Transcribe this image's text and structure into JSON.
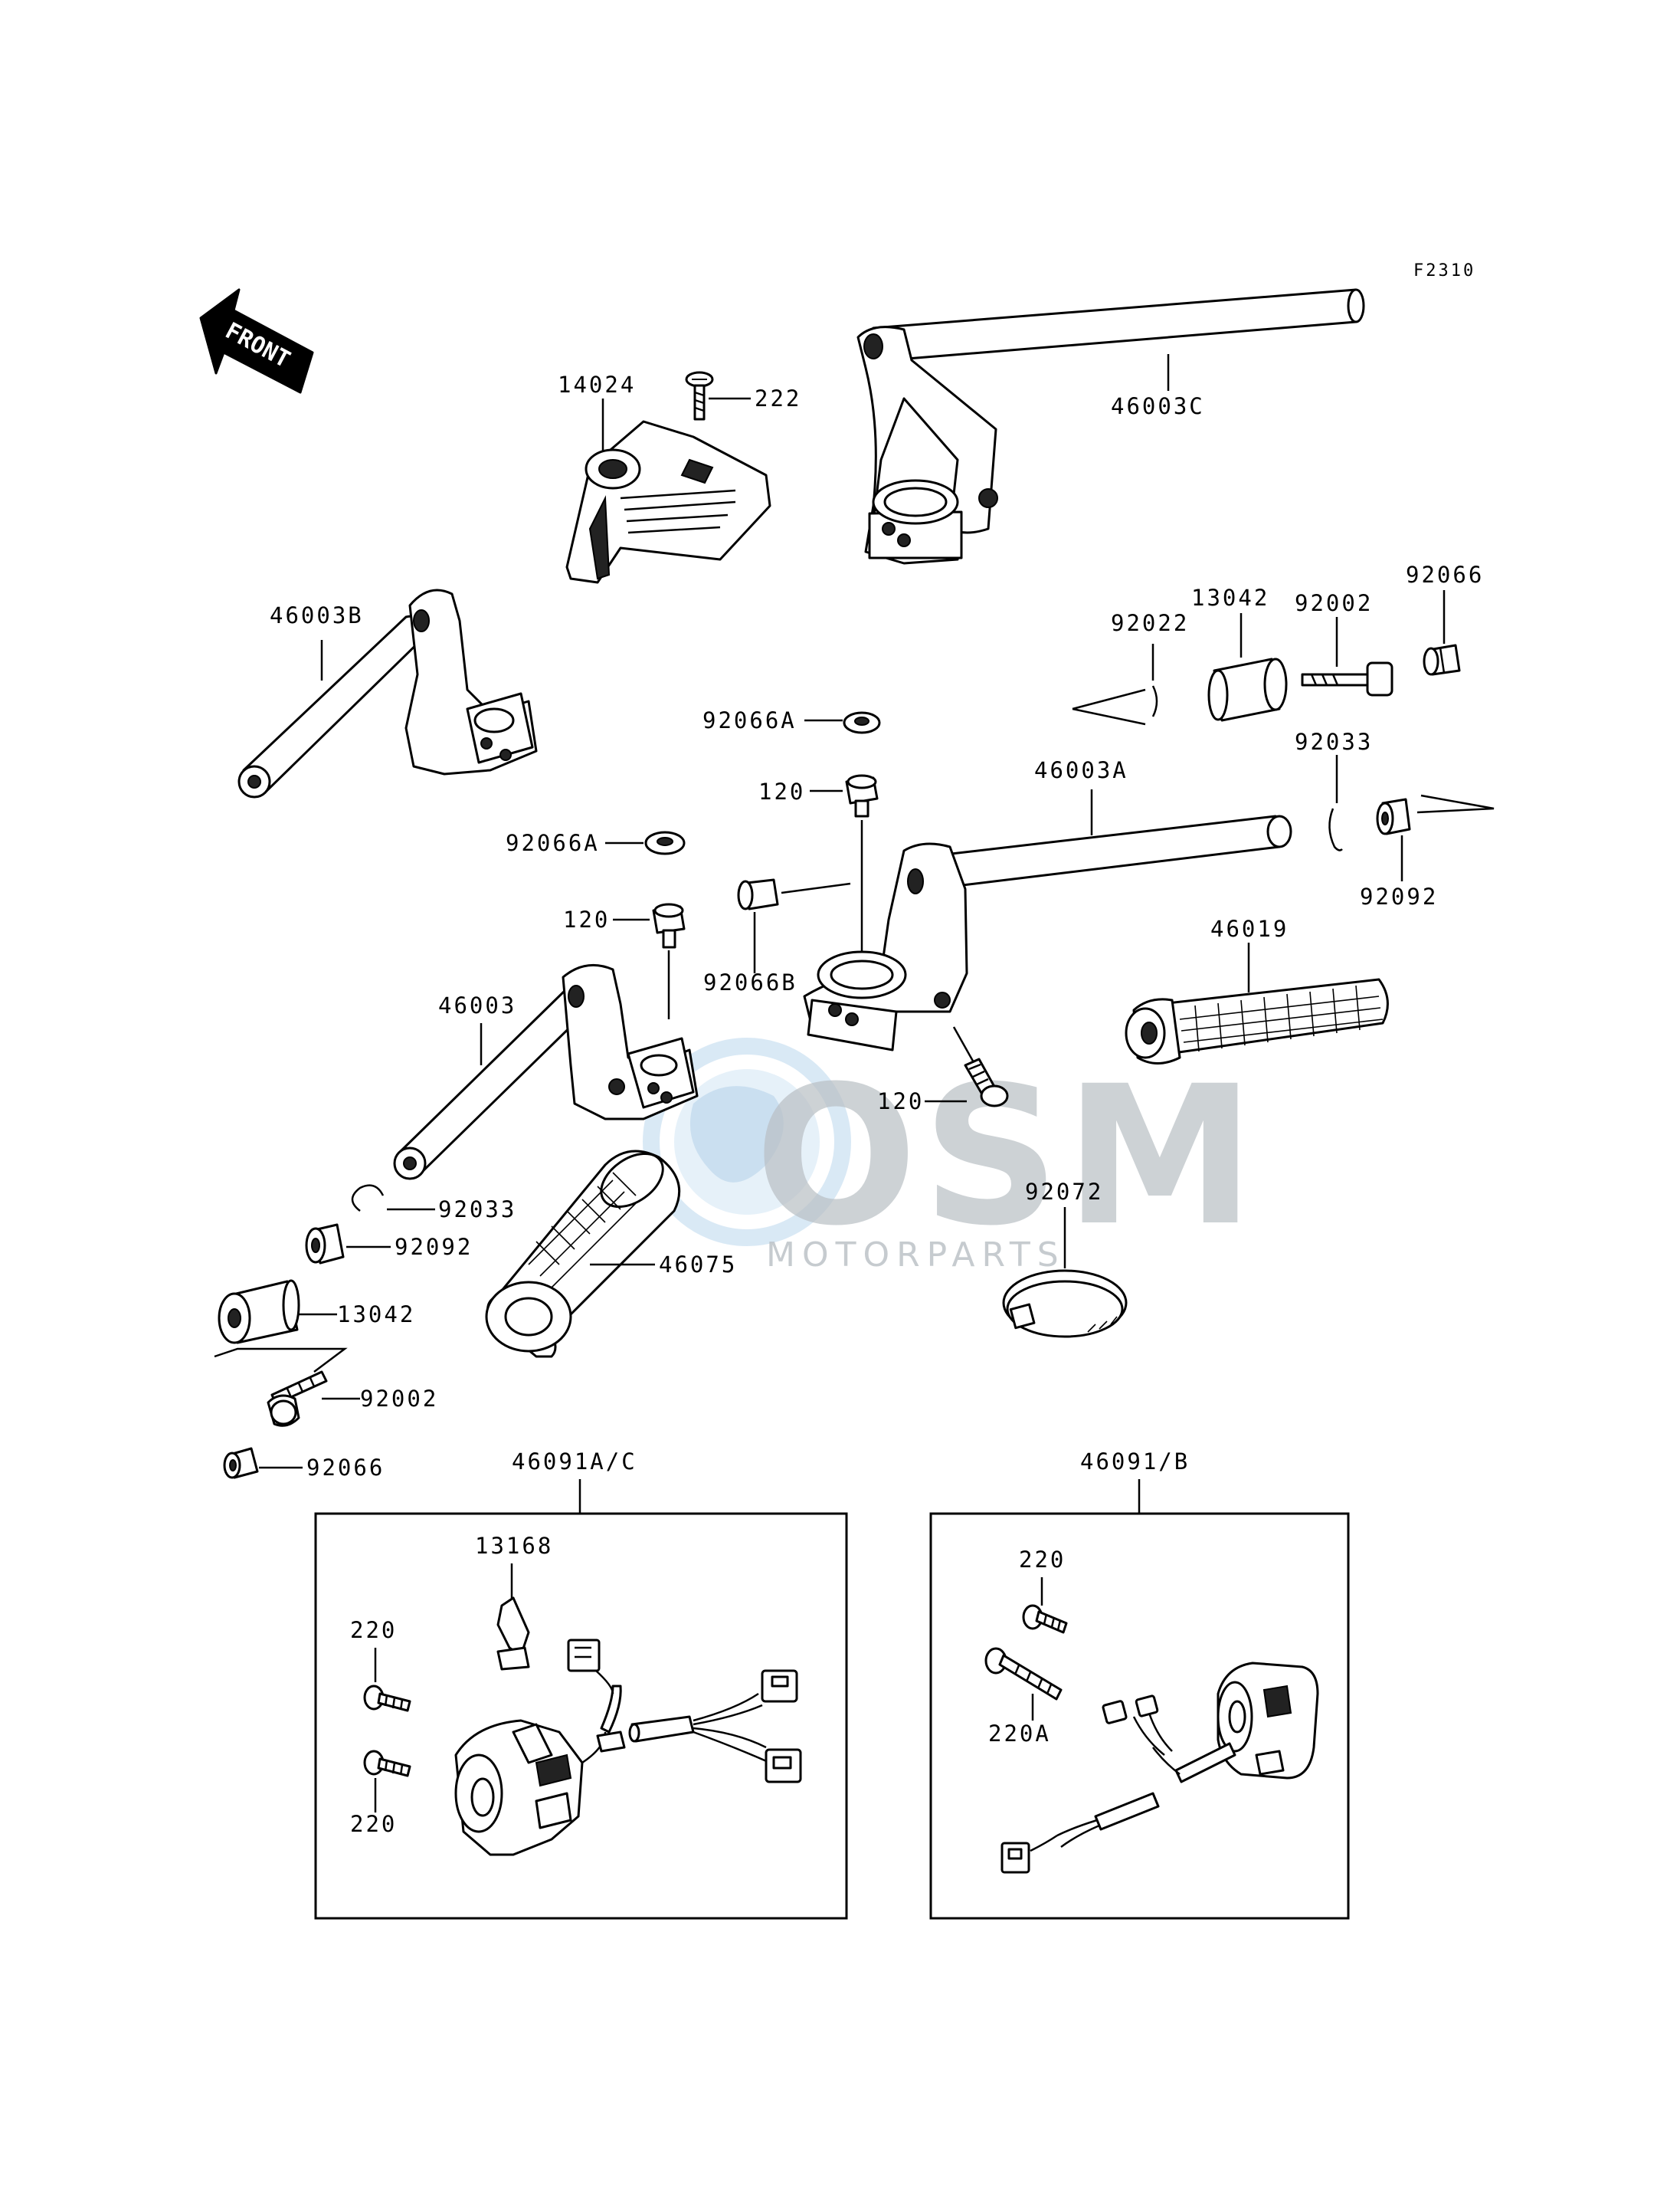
{
  "figure_code": "F2310",
  "orientation_label": "FRONT",
  "watermark": {
    "brand": "OSM",
    "tagline": "MOTORPARTS"
  },
  "labels": {
    "p46003C": "46003C",
    "p14024": "14024",
    "p222": "222",
    "p46003B": "46003B",
    "p92066_top": "92066",
    "p92002_top": "92002",
    "p13042_top": "13042",
    "p92022": "92022",
    "p92066A_a": "92066A",
    "p92033_right": "92033",
    "p46003A": "46003A",
    "p120_a": "120",
    "p92066A_b": "92066A",
    "p92092_right": "92092",
    "p120_b": "120",
    "p46019": "46019",
    "p46003": "46003",
    "p92066B": "92066B",
    "p120_c": "120",
    "p92072": "92072",
    "p92033_left": "92033",
    "p92092_left": "92092",
    "p46075": "46075",
    "p13042_left": "13042",
    "p92002_left": "92002",
    "p92066_left": "92066",
    "p46091AC": "46091A/C",
    "p46091B": "46091/B",
    "p13168": "13168",
    "p220_a": "220",
    "p220_b": "220",
    "p220_c": "220",
    "p220A": "220A"
  }
}
